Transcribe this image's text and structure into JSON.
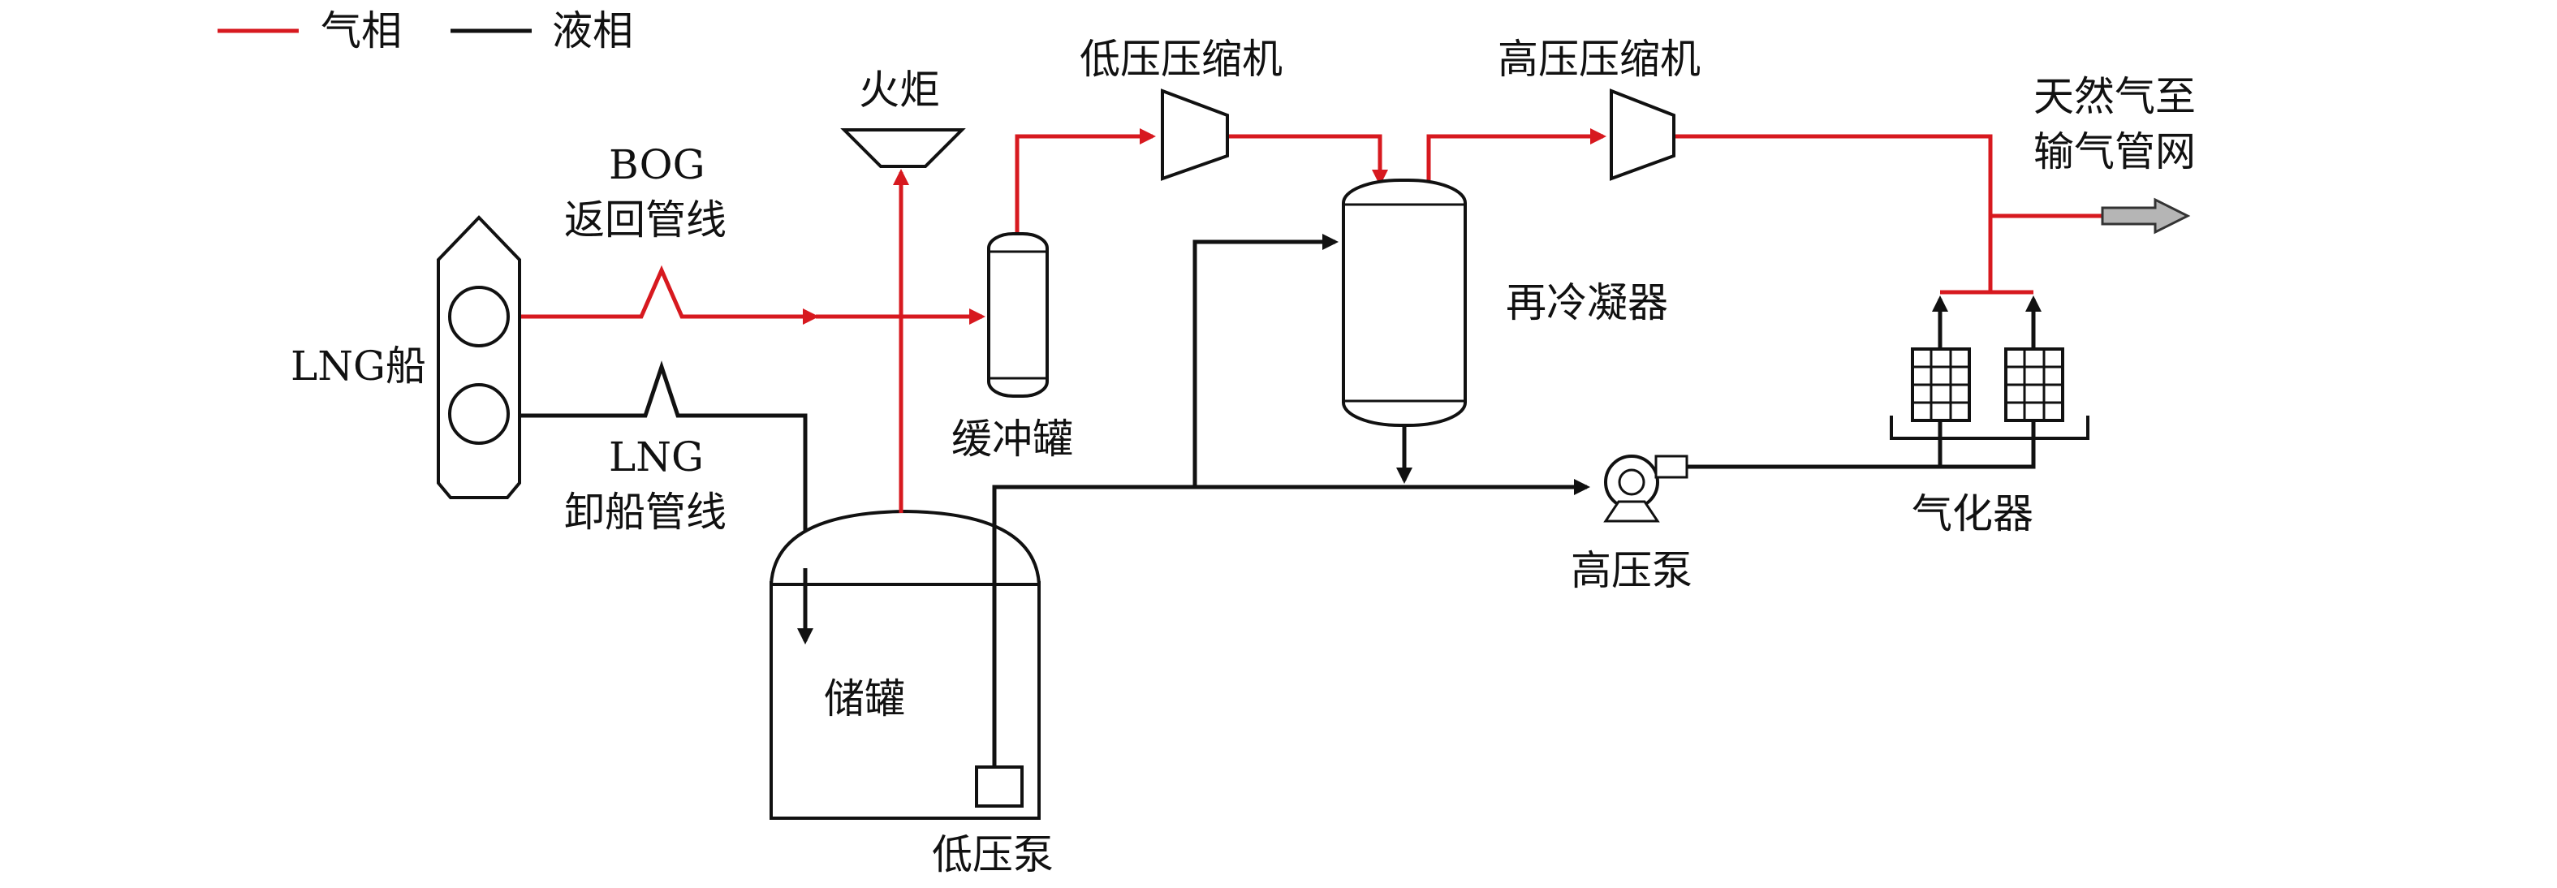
{
  "colors": {
    "gas": "#d7191f",
    "liquid": "#111111",
    "export_arrow": "#b5b5b5"
  },
  "legend": {
    "gas_label": "气相",
    "liquid_label": "液相"
  },
  "labels": {
    "flare": "火炬",
    "lp_compressor": "低压压缩机",
    "hp_compressor": "高压压缩机",
    "gas_export_line1": "天然气至",
    "gas_export_line2": "输气管网",
    "bog_line1": "BOG",
    "bog_line2": "返回管线",
    "ship": "LNG船",
    "lng_line1": "LNG",
    "lng_line2": "卸船管线",
    "buffer_tank": "缓冲罐",
    "recondenser": "再冷凝器",
    "vaporizer": "气化器",
    "hp_pump": "高压泵",
    "storage_tank": "储罐",
    "lp_pump": "低压泵"
  }
}
